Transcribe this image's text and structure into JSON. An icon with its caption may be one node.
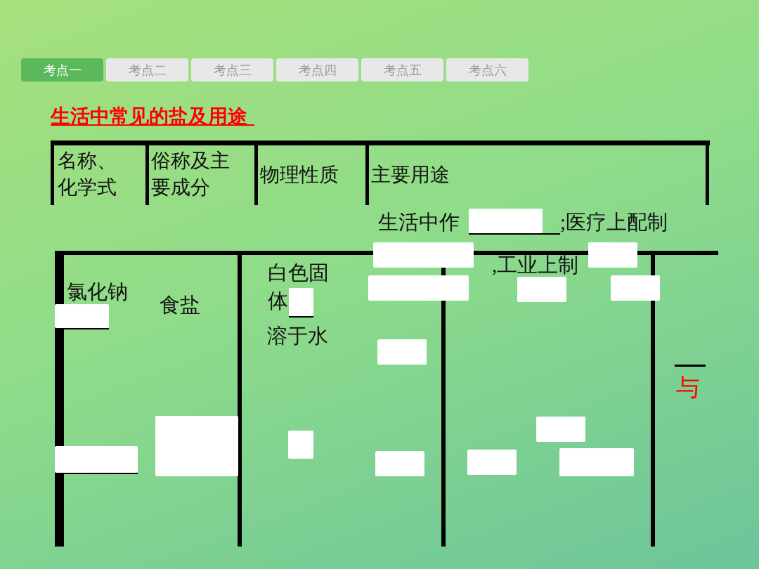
{
  "diagram": {
    "title": "生活中常见的盐及用途",
    "labels": [
      "考点一",
      "考点二",
      "考点三",
      "考点四",
      "考点五",
      "考点六",
      "名称、化学式",
      "俗称及主要成分",
      "物理性质",
      "主要用途",
      "生活中作",
      ";医疗上配制",
      ",工业上制",
      "氯化钠",
      "食盐",
      "白色固体",
      "溶于水",
      "与"
    ]
  }
}
